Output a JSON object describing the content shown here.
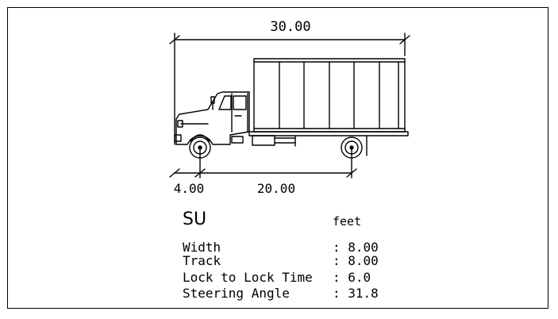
{
  "vehicle": {
    "name": "SU",
    "units": "feet"
  },
  "dimensions": {
    "overall_length": "30.00",
    "front_overhang": "4.00",
    "wheelbase": "20.00"
  },
  "specs": [
    {
      "label": "Width",
      "value": ": 8.00"
    },
    {
      "label": "Track",
      "value": ": 8.00"
    },
    {
      "label": "Lock to Lock Time",
      "value": ": 6.0"
    },
    {
      "label": "Steering Angle",
      "value": ": 31.8"
    }
  ],
  "colors": {
    "line": "#000000",
    "background": "#ffffff"
  }
}
